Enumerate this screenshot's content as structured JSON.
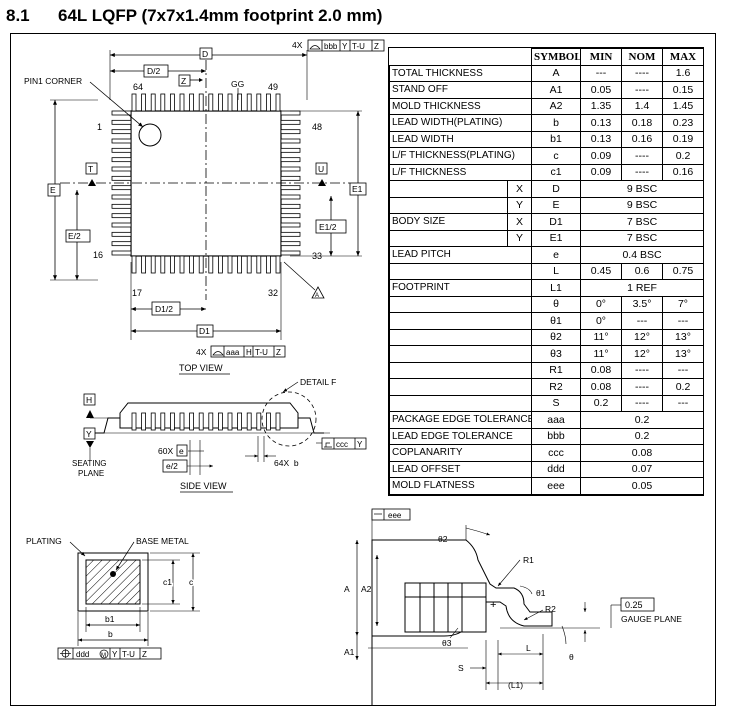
{
  "header": {
    "section": "8.1",
    "title": "64L LQFP (7x7x1.4mm footprint 2.0 mm)"
  },
  "top_view": {
    "caption": "TOP VIEW",
    "pin1_corner": "PIN1 CORNER",
    "pins": {
      "p64": "64",
      "p49": "49",
      "p1": "1",
      "p48": "48",
      "p16": "16",
      "p33": "33",
      "p17": "17",
      "p32": "32"
    },
    "dims": {
      "D": "D",
      "D2": "D/2",
      "E": "E",
      "E2": "E/2",
      "E1": "E1",
      "E1_2": "E1/2",
      "D1": "D1",
      "D1_2": "D1/2",
      "Z": "Z",
      "GG": "GG",
      "T": "T",
      "U": "U"
    },
    "fcf_top": [
      "4X",
      "bbb",
      "Y",
      "T-U",
      "Z"
    ],
    "fcf_bottom": [
      "4X",
      "aaa",
      "H",
      "T-U",
      "Z"
    ],
    "datum_a": "A"
  },
  "side_view": {
    "caption": "SIDE VIEW",
    "detail": "DETAIL F",
    "seating_plane": [
      "SEATING",
      "PLANE"
    ],
    "H": "H",
    "Y": "Y",
    "lead_count": "60X",
    "e": "e",
    "e2": "e/2",
    "b": "64X  b",
    "fcf": [
      "ccc",
      "Y"
    ]
  },
  "lead_section": {
    "plating": "PLATING",
    "base_metal": "BASE METAL",
    "c1": "c1",
    "c": "c",
    "b1": "b1",
    "b": "b",
    "fcf": [
      "ddd",
      "Y",
      "T-U",
      "Z"
    ]
  },
  "detail_f": {
    "eee": "eee",
    "theta2": "θ2",
    "theta1": "θ1",
    "theta3": "θ3",
    "theta": "θ",
    "R1": "R1",
    "R2": "R2",
    "A": "A",
    "A2": "A2",
    "A1": "A1",
    "S": "S",
    "L": "L",
    "L1": "(L1)",
    "gauge_value": "0.25",
    "gauge_plane": "GAUGE PLANE"
  },
  "table": {
    "headers": [
      "SYMBOL",
      "MIN",
      "NOM",
      "MAX"
    ],
    "rows": [
      {
        "param": "TOTAL THICKNESS",
        "sub": "",
        "symbol": "A",
        "min": "---",
        "nom": "----",
        "max": "1.6"
      },
      {
        "param": "STAND OFF",
        "sub": "",
        "symbol": "A1",
        "min": "0.05",
        "nom": "----",
        "max": "0.15"
      },
      {
        "param": "MOLD THICKNESS",
        "sub": "",
        "symbol": "A2",
        "min": "1.35",
        "nom": "1.4",
        "max": "1.45"
      },
      {
        "param": "LEAD WIDTH(PLATING)",
        "sub": "",
        "symbol": "b",
        "min": "0.13",
        "nom": "0.18",
        "max": "0.23"
      },
      {
        "param": "LEAD WIDTH",
        "sub": "",
        "symbol": "b1",
        "min": "0.13",
        "nom": "0.16",
        "max": "0.19"
      },
      {
        "param": "L/F THICKNESS(PLATING)",
        "sub": "",
        "symbol": "c",
        "min": "0.09",
        "nom": "----",
        "max": "0.2"
      },
      {
        "param": "L/F THICKNESS",
        "sub": "",
        "symbol": "c1",
        "min": "0.09",
        "nom": "----",
        "max": "0.16"
      },
      {
        "param": "",
        "sub": "X",
        "symbol": "D",
        "span": "9 BSC"
      },
      {
        "param": "",
        "sub": "Y",
        "symbol": "E",
        "span": "9 BSC"
      },
      {
        "param": "BODY SIZE",
        "sub": "X",
        "symbol": "D1",
        "span": "7 BSC"
      },
      {
        "param": "",
        "sub": "Y",
        "symbol": "E1",
        "span": "7 BSC"
      },
      {
        "param": "LEAD PITCH",
        "sub": "",
        "symbol": "e",
        "span": "0.4 BSC"
      },
      {
        "param": "",
        "sub": "",
        "symbol": "L",
        "min": "0.45",
        "nom": "0.6",
        "max": "0.75"
      },
      {
        "param": "FOOTPRINT",
        "sub": "",
        "symbol": "L1",
        "span": "1 REF"
      },
      {
        "param": "",
        "sub": "",
        "symbol": "θ",
        "min": "0°",
        "nom": "3.5°",
        "max": "7°"
      },
      {
        "param": "",
        "sub": "",
        "symbol": "θ1",
        "min": "0°",
        "nom": "---",
        "max": "---"
      },
      {
        "param": "",
        "sub": "",
        "symbol": "θ2",
        "min": "11°",
        "nom": "12°",
        "max": "13°"
      },
      {
        "param": "",
        "sub": "",
        "symbol": "θ3",
        "min": "11°",
        "nom": "12°",
        "max": "13°"
      },
      {
        "param": "",
        "sub": "",
        "symbol": "R1",
        "min": "0.08",
        "nom": "----",
        "max": "---"
      },
      {
        "param": "",
        "sub": "",
        "symbol": "R2",
        "min": "0.08",
        "nom": "----",
        "max": "0.2"
      },
      {
        "param": "",
        "sub": "",
        "symbol": "S",
        "min": "0.2",
        "nom": "----",
        "max": "---"
      },
      {
        "param": "PACKAGE EDGE TOLERANCE",
        "sub": "",
        "symbol": "aaa",
        "span": "0.2"
      },
      {
        "param": "LEAD EDGE TOLERANCE",
        "sub": "",
        "symbol": "bbb",
        "span": "0.2"
      },
      {
        "param": "COPLANARITY",
        "sub": "",
        "symbol": "ccc",
        "span": "0.08"
      },
      {
        "param": "LEAD OFFSET",
        "sub": "",
        "symbol": "ddd",
        "span": "0.07"
      },
      {
        "param": "MOLD FLATNESS",
        "sub": "",
        "symbol": "eee",
        "span": "0.05"
      }
    ]
  }
}
